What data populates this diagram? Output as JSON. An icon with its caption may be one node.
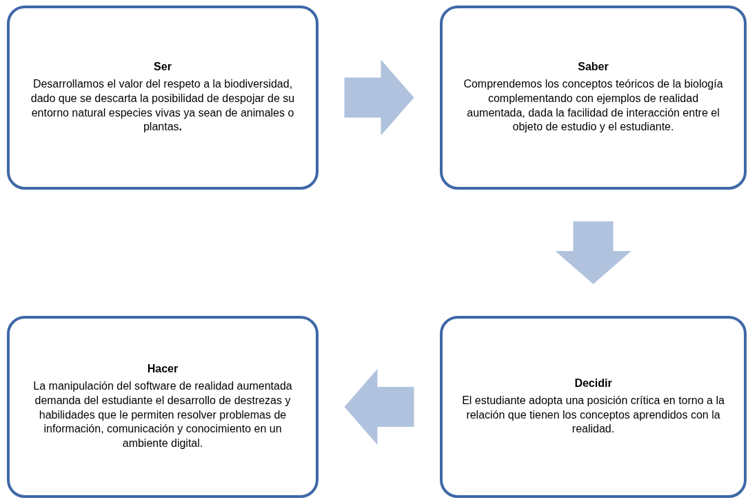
{
  "diagram": {
    "nodes": [
      {
        "text": [
          "Ser",
          "Desarrollamos el valor del respeto a la biodiversidad, dado que se descarta la posibilidad de despojar de su entorno natural especies vivas ya sean de animales o  plantas**.**"
        ]
      },
      {
        "text": [
          "Saber",
          "Comprendemos  los conceptos teóricos de la biología complementando con ejemplos de realidad aumentada, dada la facilidad de interacción entre el objeto de estudio y el estudiante."
        ]
      },
      {
        "text": [
          "Decidir",
          "El estudiante adopta una posición crítica en torno a  la relación que tienen los conceptos aprendidos con la realidad."
        ]
      },
      {
        "text": [
          "Hacer",
          "La manipulación del software de realidad aumentada demanda del estudiante el desarrollo de destrezas  y habilidades  que le permiten  resolver problemas de información, comunicación y conocimiento en un ambiente digital."
        ]
      }
    ],
    "edges": [
      {
        "from": 0,
        "to": 1,
        "arrow": "to"
      },
      {
        "from": 1,
        "to": 2,
        "arrow": "to"
      },
      {
        "from": 2,
        "to": 3,
        "arrow": "to"
      }
    ]
  }
}
